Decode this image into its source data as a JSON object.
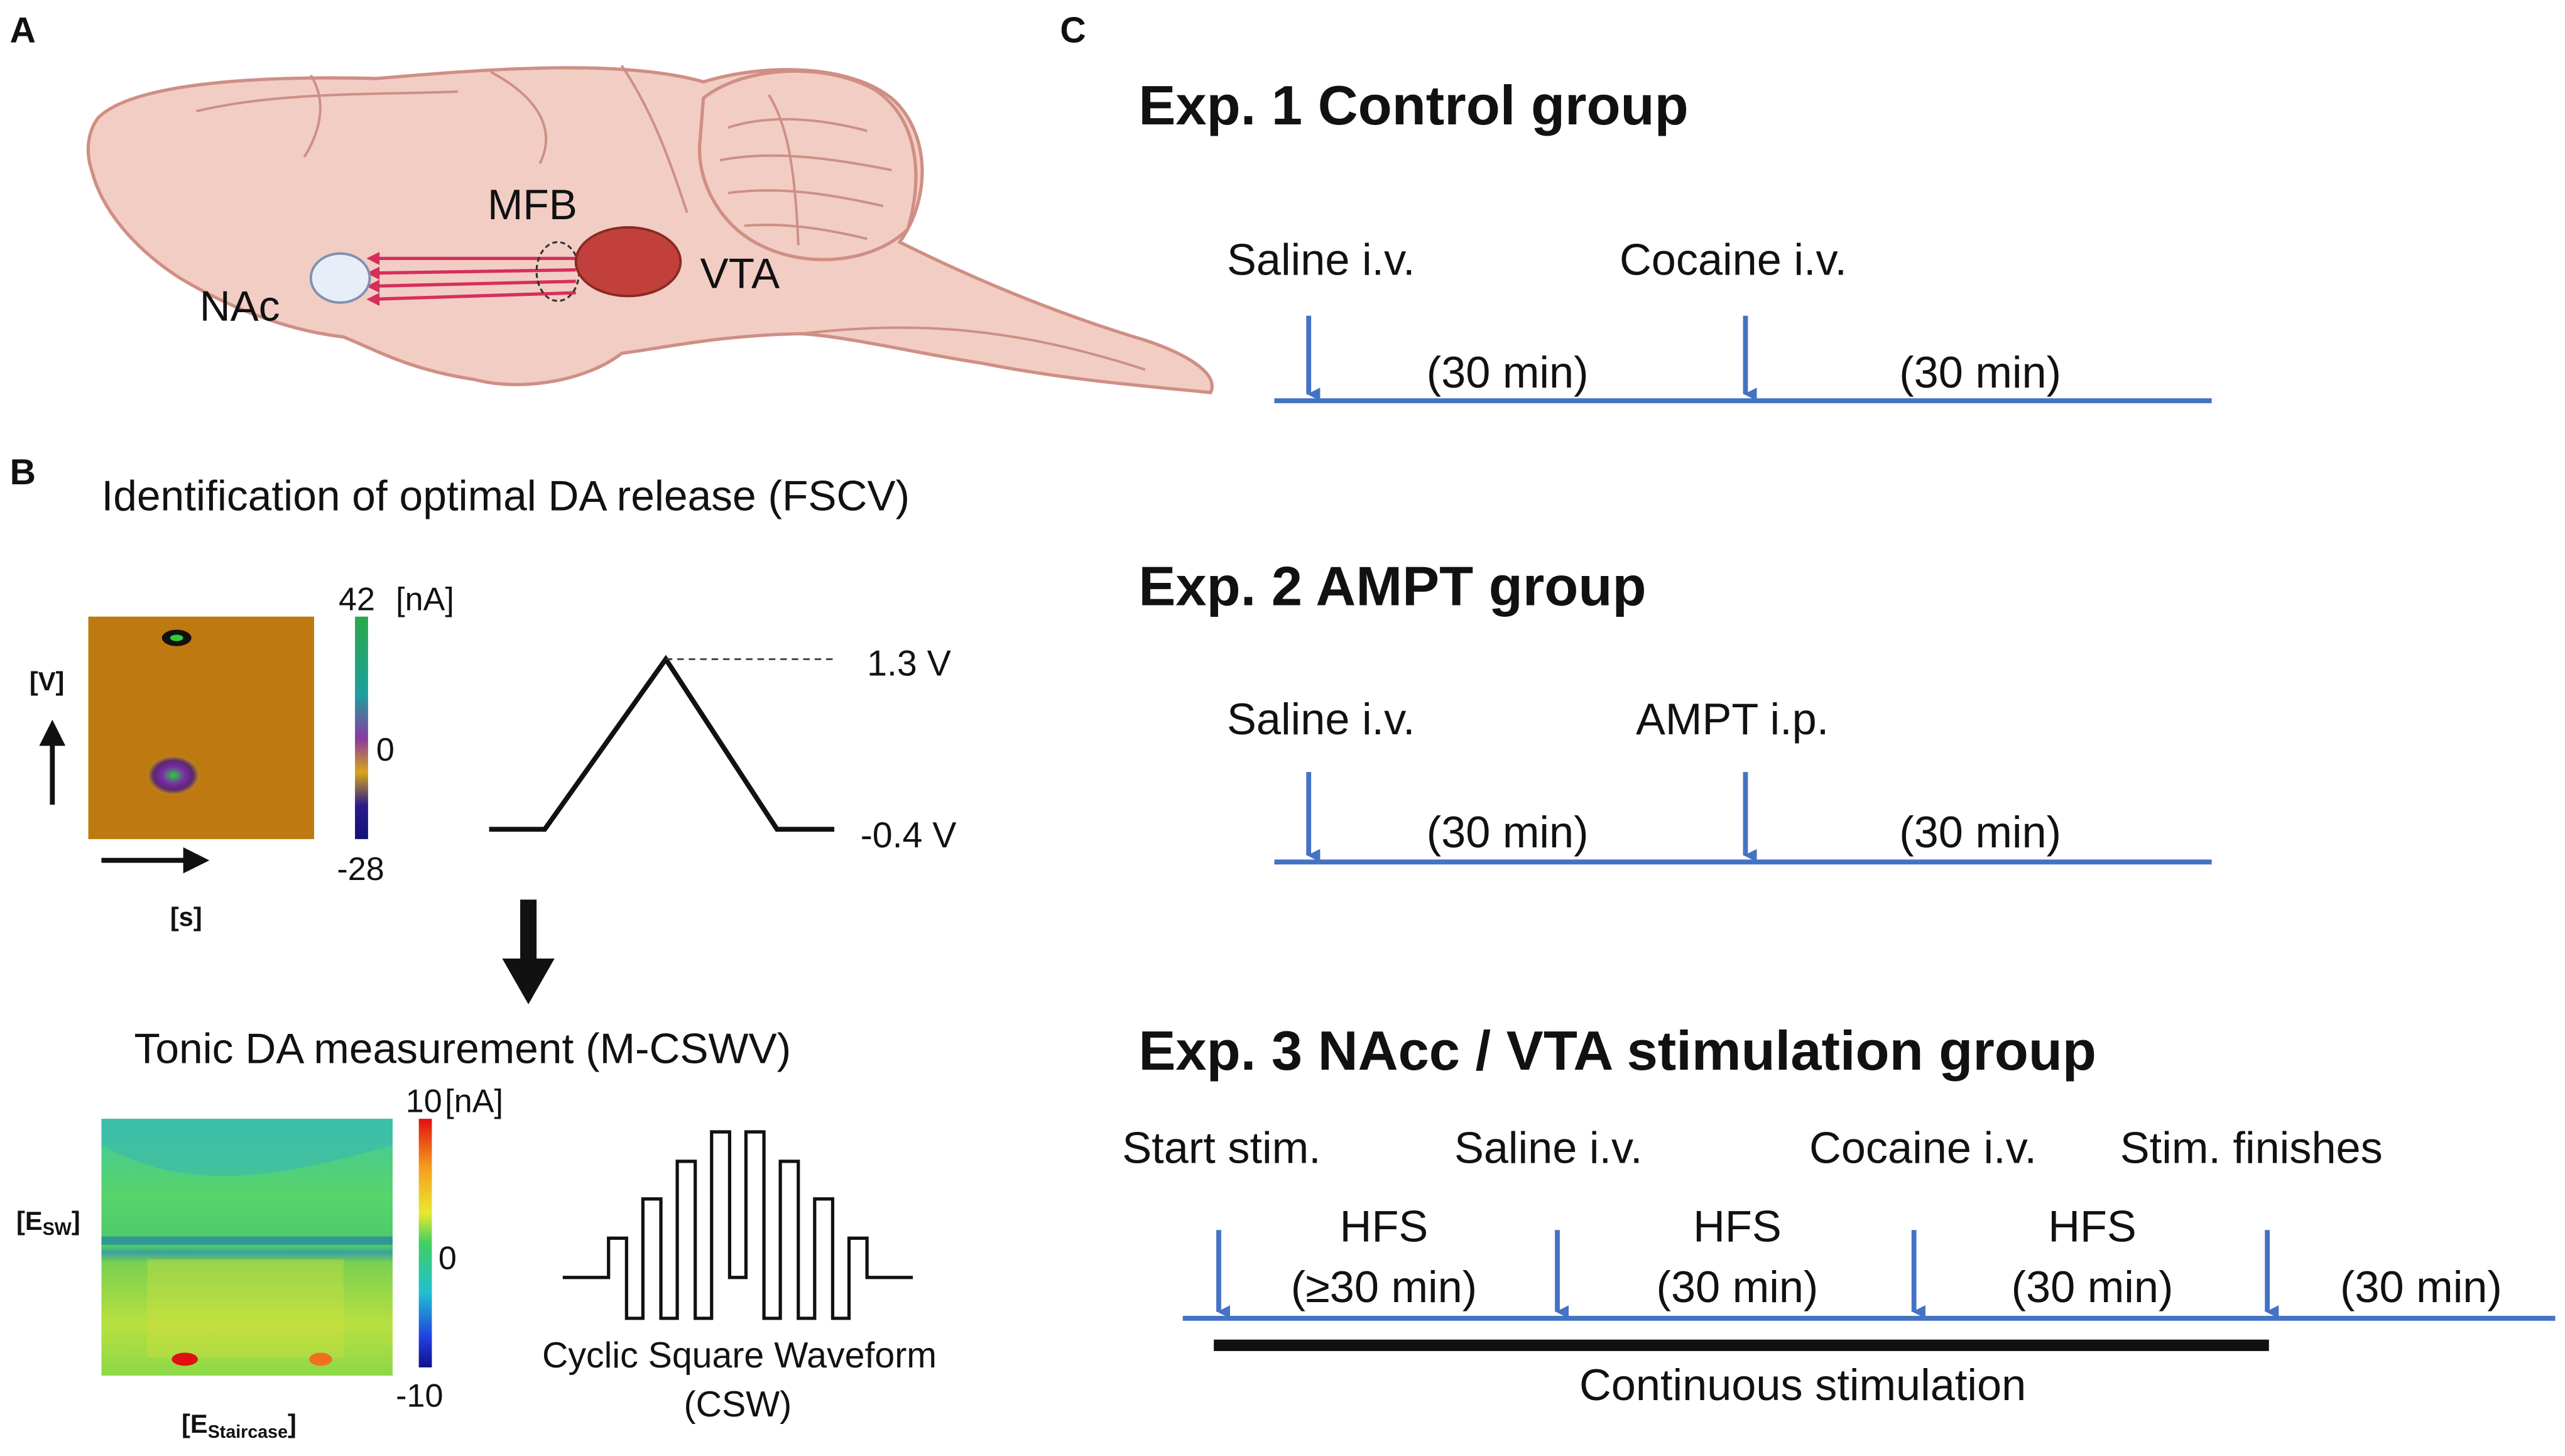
{
  "panel_labels": {
    "a": "A",
    "b": "B",
    "c": "C"
  },
  "panel_a": {
    "labels": {
      "nac": "NAc",
      "mfb": "MFB",
      "vta": "VTA"
    },
    "colors": {
      "brain_fill": "#f2cdc4",
      "brain_stroke": "#cf8f84",
      "vta": "#c2403b",
      "nac": "#e8eef8",
      "fibers": "#d62f5c"
    }
  },
  "panel_b": {
    "title": "Identification of optimal DA release (FSCV)",
    "fscv_plot": {
      "y_label": "[V]",
      "x_label": "[s]",
      "colorbar_max": "42",
      "colorbar_unit": "[nA]",
      "colorbar_mid": "0",
      "colorbar_min": "-28"
    },
    "waveform": {
      "high_label": "1.3 V",
      "low_label": "-0.4 V"
    },
    "subtitle": "Tonic DA measurement (M-CSWV)",
    "mcswv_plot": {
      "y_label_main": "[E",
      "y_label_sub": "SW",
      "y_label_end": "]",
      "x_label_main": "[E",
      "x_label_sub": "Staircase",
      "x_label_end": "]",
      "colorbar_max": "10",
      "colorbar_unit": "[nA]",
      "colorbar_mid": "0",
      "colorbar_min": "-10"
    },
    "csw_caption_1": "Cyclic Square Waveform",
    "csw_caption_2": "(CSW)"
  },
  "panel_c": {
    "line_color": "#4472c4",
    "exp1": {
      "title": "Exp. 1 Control group",
      "event_1": "Saline i.v.",
      "event_2": "Cocaine i.v.",
      "interval_1": "(30 min)",
      "interval_2": "(30 min)"
    },
    "exp2": {
      "title": "Exp. 2 AMPT group",
      "event_1": "Saline i.v.",
      "event_2": "AMPT i.p.",
      "interval_1": "(30 min)",
      "interval_2": "(30 min)"
    },
    "exp3": {
      "title": "Exp. 3 NAcc / VTA stimulation group",
      "events": [
        "Start stim.",
        "Saline i.v.",
        "Cocaine i.v.",
        "Stim. finishes"
      ],
      "hfs_label": "HFS",
      "intervals": [
        "(≥30 min)",
        "(30 min)",
        "(30 min)",
        "(30 min)"
      ],
      "stim_bar_label": "Continuous stimulation"
    }
  }
}
